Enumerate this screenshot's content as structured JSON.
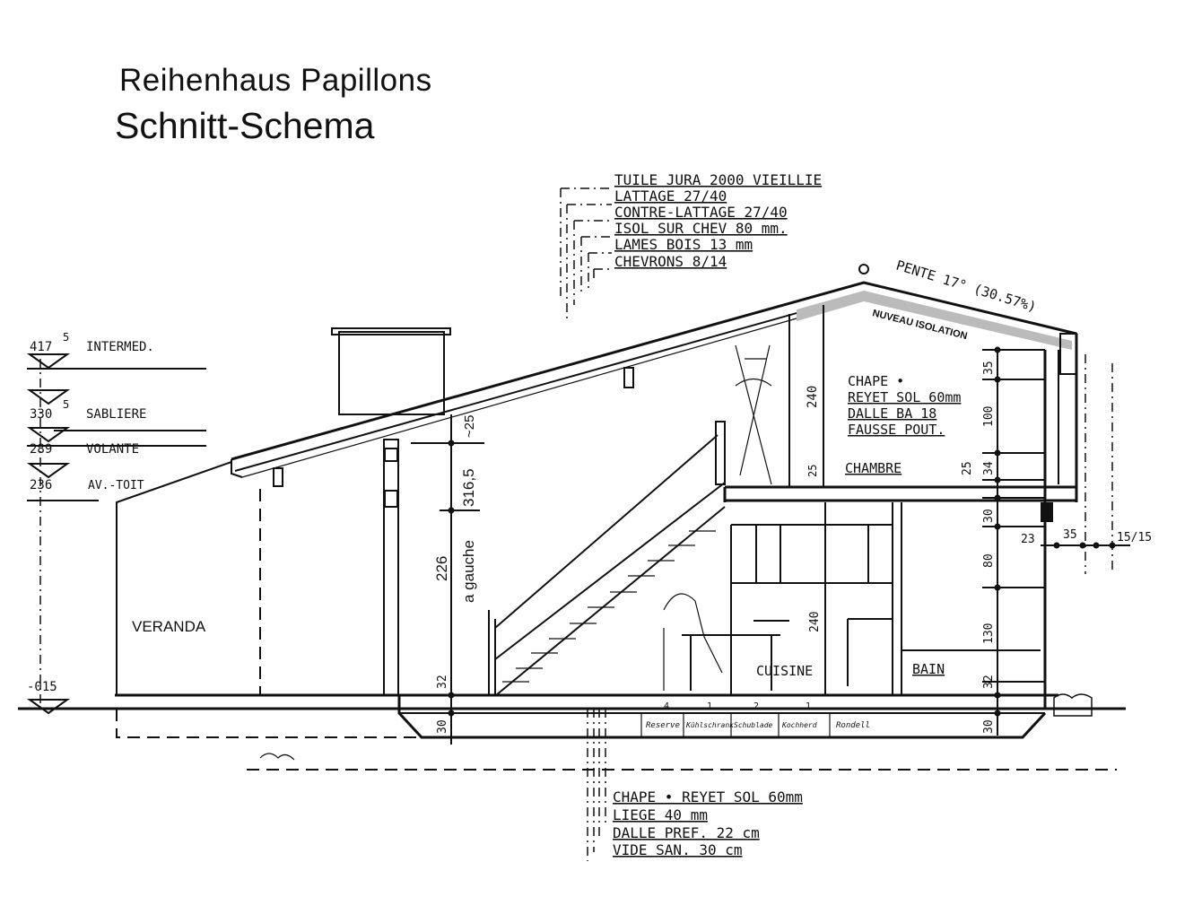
{
  "title": "Reihenhaus Papillons",
  "subtitle": "Schnitt-Schema",
  "roof_layers": [
    "TUILE JURA 2000 VIEILLIE",
    "LATTAGE 27/40",
    "CONTRE-LATTAGE 27/40",
    "ISOL SUR CHEV 80 mm.",
    "LAMES BOIS 13 mm",
    "CHEVRONS 8/14"
  ],
  "slope": "PENTE 17° (30.57%)",
  "insulation": "NUVEAU ISOLATION",
  "floor_layers": [
    "CHAPE •",
    "REYET SOL 60mm",
    "DALLE BA 18",
    "FAUSSE POUT."
  ],
  "ground_layers": [
    "CHAPE • REYET SOL 60mm",
    "LIEGE 40 mm",
    "DALLE PREF. 22 cm",
    "VIDE SAN. 30 cm"
  ],
  "levels": [
    {
      "value": "417",
      "sup": "5",
      "label": "INTERMED."
    },
    {
      "value": "330",
      "sup": "5",
      "label": "SABLIERE"
    },
    {
      "value": "289",
      "sup": "",
      "label": "VOLANTE"
    },
    {
      "value": "236",
      "sup": "",
      "label": "AV.-TOIT"
    },
    {
      "value": "-015",
      "sup": "",
      "label": ""
    }
  ],
  "rooms": {
    "veranda": "VERANDA",
    "chambre": "CHAMBRE",
    "cuisine": "CUISINE",
    "bain": "BAIN"
  },
  "stair_dims": {
    "h1": "226",
    "h2": "a gauche",
    "h3": "316,5",
    "h4": "~25",
    "h5": "32",
    "h6": "30"
  },
  "heights": {
    "upper": "240",
    "lower": "240",
    "d25": "25"
  },
  "right_dims": [
    "35",
    "100",
    "34",
    "25",
    "30",
    "80",
    "130",
    "32",
    "30"
  ],
  "wall_dims": [
    "23",
    "35",
    "15/15"
  ],
  "cellar_cells": [
    {
      "num": "4",
      "label": "Reserve"
    },
    {
      "num": "1",
      "label": "Kühlschrank"
    },
    {
      "num": "2",
      "label": "Schublade"
    },
    {
      "num": "1",
      "label": "Kochherd"
    },
    {
      "num": "",
      "label": "Rondell"
    }
  ]
}
